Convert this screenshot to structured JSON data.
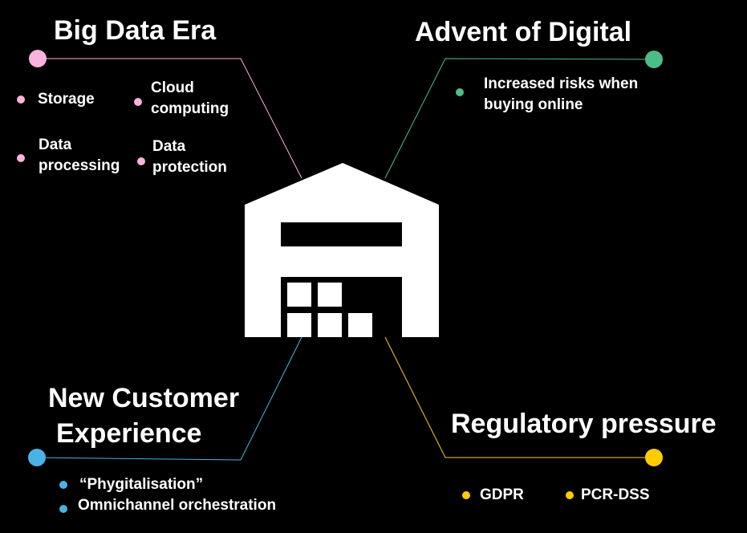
{
  "colors": {
    "big_data": "#f9b3dc",
    "digital": "#4dbd87",
    "customer": "#4ab3e6",
    "regulatory": "#ffcc00"
  },
  "sections": {
    "big_data": {
      "title": "Big Data Era",
      "items": [
        "Storage",
        "Cloud computing",
        "Data processing",
        "Data protection"
      ]
    },
    "digital": {
      "title": "Advent of Digital",
      "items": [
        "Increased risks when buying online"
      ]
    },
    "customer": {
      "title_line1": "New Customer",
      "title_line2": "Experience",
      "items": [
        "“Phygitalisation”",
        "Omnichannel orchestration"
      ]
    },
    "regulatory": {
      "title": "Regulatory pressure",
      "items": [
        "GDPR",
        "PCR-DSS"
      ]
    }
  },
  "center_icon": "warehouse-icon"
}
